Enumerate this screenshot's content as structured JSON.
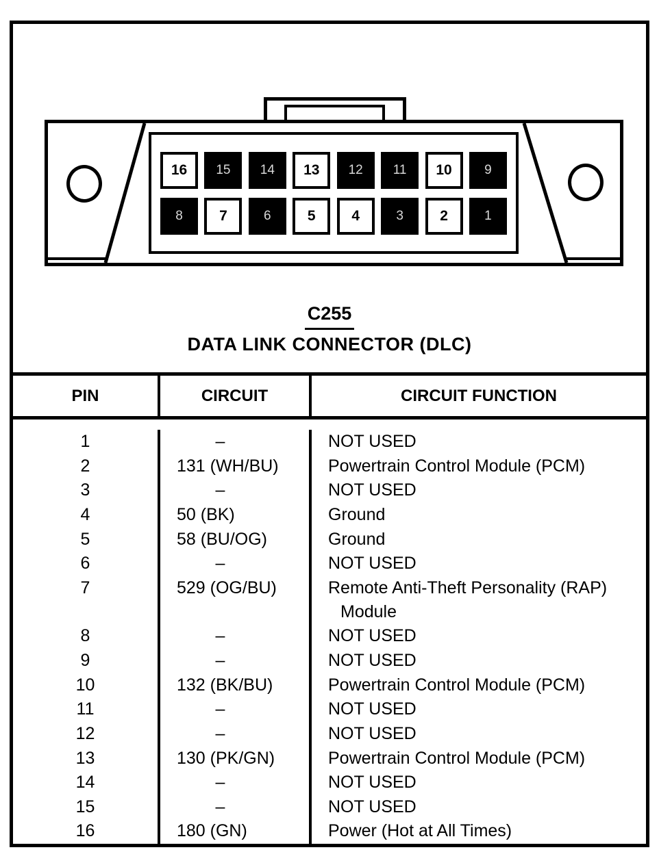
{
  "connector": {
    "id": "C255",
    "title": "DATA LINK CONNECTOR (DLC)",
    "pins": {
      "top_row": [
        {
          "number": "16",
          "filled": false
        },
        {
          "number": "15",
          "filled": true
        },
        {
          "number": "14",
          "filled": true
        },
        {
          "number": "13",
          "filled": false
        },
        {
          "number": "12",
          "filled": true
        },
        {
          "number": "11",
          "filled": true
        },
        {
          "number": "10",
          "filled": false
        },
        {
          "number": "9",
          "filled": true
        }
      ],
      "bottom_row": [
        {
          "number": "8",
          "filled": true
        },
        {
          "number": "7",
          "filled": false
        },
        {
          "number": "6",
          "filled": true
        },
        {
          "number": "5",
          "filled": false
        },
        {
          "number": "4",
          "filled": false
        },
        {
          "number": "3",
          "filled": true
        },
        {
          "number": "2",
          "filled": false
        },
        {
          "number": "1",
          "filled": true
        }
      ]
    }
  },
  "table": {
    "headers": [
      "PIN",
      "CIRCUIT",
      "CIRCUIT FUNCTION"
    ],
    "rows": [
      {
        "pin": "1",
        "circuit": "–",
        "function": "NOT USED"
      },
      {
        "pin": "2",
        "circuit": "131 (WH/BU)",
        "function": "Powertrain Control Module (PCM)"
      },
      {
        "pin": "3",
        "circuit": "–",
        "function": "NOT USED"
      },
      {
        "pin": "4",
        "circuit": "50 (BK)",
        "function": "Ground"
      },
      {
        "pin": "5",
        "circuit": "58 (BU/OG)",
        "function": "Ground"
      },
      {
        "pin": "6",
        "circuit": "–",
        "function": "NOT USED"
      },
      {
        "pin": "7",
        "circuit": "529 (OG/BU)",
        "function": "Remote Anti-Theft Personality (RAP)",
        "function_line2": "Module"
      },
      {
        "pin": "8",
        "circuit": "–",
        "function": "NOT USED"
      },
      {
        "pin": "9",
        "circuit": "–",
        "function": "NOT USED"
      },
      {
        "pin": "10",
        "circuit": "132 (BK/BU)",
        "function": "Powertrain Control Module (PCM)"
      },
      {
        "pin": "11",
        "circuit": "–",
        "function": "NOT USED"
      },
      {
        "pin": "12",
        "circuit": "–",
        "function": "NOT USED"
      },
      {
        "pin": "13",
        "circuit": "130 (PK/GN)",
        "function": "Powertrain Control Module (PCM)"
      },
      {
        "pin": "14",
        "circuit": "–",
        "function": "NOT USED"
      },
      {
        "pin": "15",
        "circuit": "–",
        "function": "NOT USED"
      },
      {
        "pin": "16",
        "circuit": "180 (GN)",
        "function": "Power (Hot at All Times)"
      }
    ]
  }
}
